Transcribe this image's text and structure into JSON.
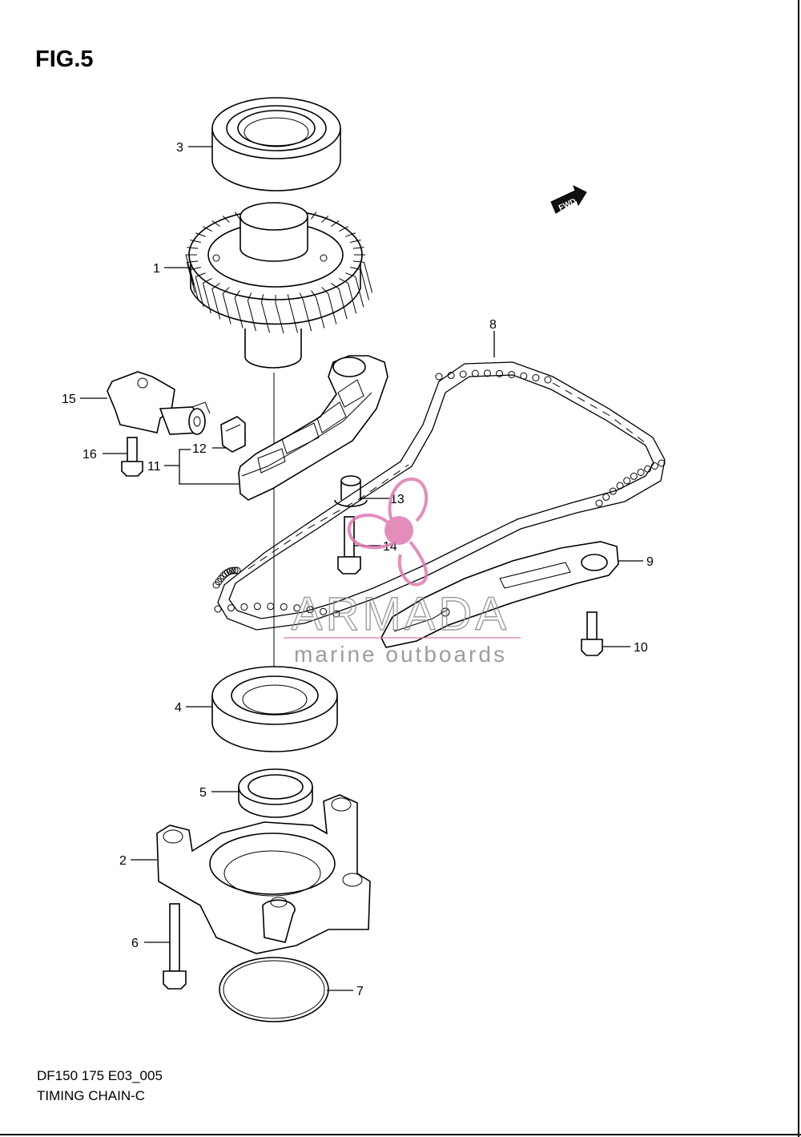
{
  "figure": {
    "title": "FIG.5",
    "model_code": "DF150 175 E03_005",
    "section_name": "TIMING CHAIN-C"
  },
  "direction_badge": {
    "label": "FWD"
  },
  "callouts": [
    {
      "id": "1",
      "label": "1"
    },
    {
      "id": "2",
      "label": "2"
    },
    {
      "id": "3",
      "label": "3"
    },
    {
      "id": "4",
      "label": "4"
    },
    {
      "id": "5",
      "label": "5"
    },
    {
      "id": "6",
      "label": "6"
    },
    {
      "id": "7",
      "label": "7"
    },
    {
      "id": "8",
      "label": "8"
    },
    {
      "id": "9",
      "label": "9"
    },
    {
      "id": "10",
      "label": "10"
    },
    {
      "id": "11",
      "label": "11"
    },
    {
      "id": "12",
      "label": "12"
    },
    {
      "id": "13",
      "label": "13"
    },
    {
      "id": "14",
      "label": "14"
    },
    {
      "id": "15",
      "label": "15"
    },
    {
      "id": "16",
      "label": "16"
    }
  ],
  "watermark": {
    "brand": "ARMADA",
    "tagline": "marine outboards",
    "colors": {
      "accent": "#e07ab0",
      "text": "#8c8c8c"
    }
  }
}
